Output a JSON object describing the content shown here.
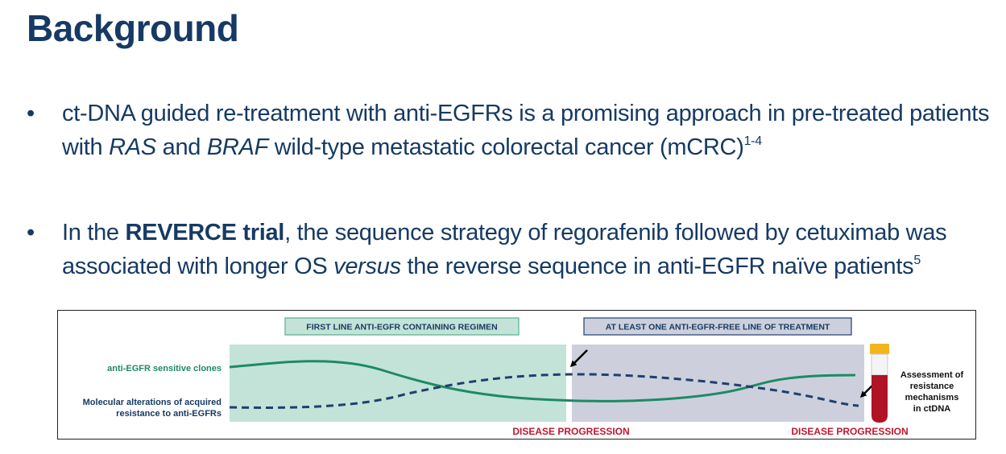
{
  "slide": {
    "title": "Background"
  },
  "bullets": [
    {
      "marker": "•",
      "t1": "ct-DNA guided re-treatment with anti-EGFRs is a promising approach in pre-treated patients with ",
      "italic1": "RAS",
      "t2": " and ",
      "italic2": "BRAF",
      "t3": " wild-type metastatic colorectal cancer (mCRC)",
      "sup": "1-4"
    },
    {
      "marker": "•",
      "t1": "In the ",
      "bold1": "REVERCE trial",
      "t2": ", the sequence strategy of regorafenib followed by cetuximab was associated with longer OS ",
      "italic1": "versus",
      "t3": " the reverse sequence in anti-EGFR naïve patients",
      "sup": "5"
    }
  ],
  "figure": {
    "phase1_label": "FIRST LINE ANTI-EGFR CONTAINING REGIMEN",
    "phase2_label": "AT LEAST ONE ANTI-EGFR-FREE LINE OF TREATMENT",
    "sensitive_label": "anti-EGFR sensitive clones",
    "resistance_label_line1": "Molecular alterations of acquired",
    "resistance_label_line2": "resistance to anti-EGFRs",
    "assessment_line1": "Assessment of",
    "assessment_line2": "resistance",
    "assessment_line3": "mechanisms",
    "assessment_line4": "in ctDNA",
    "progression1": "DISEASE PROGRESSION",
    "progression2": "DISEASE PROGRESSION",
    "colors": {
      "phase1_fill": "#c3e3d8",
      "phase1_border": "#5aae90",
      "phase2_fill": "#cdd0dc",
      "phase2_border": "#1f3f6f",
      "sensitive_curve": "#1d8a66",
      "resistance_curve": "#1f3f6f",
      "progression_text": "#c0172d",
      "tube_blood": "#b01323",
      "tube_cap": "#f2b51d",
      "text": "#163a63"
    }
  }
}
